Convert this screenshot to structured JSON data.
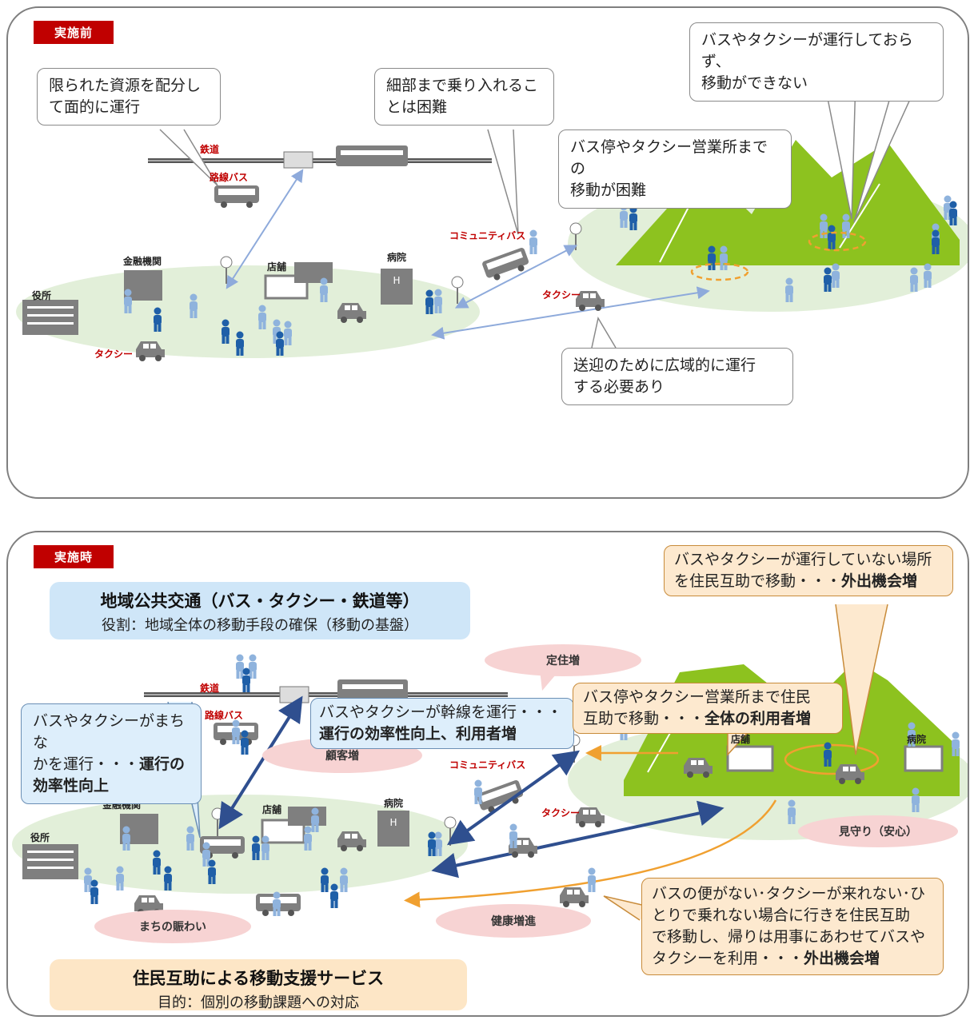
{
  "before": {
    "tag": "実施前",
    "callouts": {
      "limited_line1": "限られた資源を配分し",
      "limited_line2": "て面的に運行",
      "detail_line1": "細部まで乗り入れるこ",
      "detail_line2": "とは困難",
      "nobus_line1": "バスやタクシーが運行しておらず、",
      "nobus_line2": "移動ができない",
      "stop_line1": "バス停やタクシー営業所までの",
      "stop_line2": "移動が困難",
      "wide_line1": "送迎のために広域的に運行",
      "wide_line2": "する必要あり"
    },
    "labels": {
      "railway": "鉄道",
      "route_bus": "路線バス",
      "community_bus": "コミュニティバス",
      "taxi_1": "タクシー",
      "taxi_2": "タクシー",
      "finance": "金融機関",
      "shop": "店舗",
      "hospital": "病院",
      "city_hall": "役所"
    }
  },
  "during": {
    "tag": "実施時",
    "public_transport": {
      "title": "地域公共交通（バス・タクシー・鉄道等）",
      "subtitle": "役割：地域全体の移動手段の確保（移動の基盤）"
    },
    "mutual_aid": {
      "title": "住民互助による移動支援サービス",
      "subtitle": "目的：個別の移動課題への対応"
    },
    "callouts": {
      "town_line1": "バスやタクシーがまちな",
      "town_line2_plain": "かを運行・・・",
      "town_line2_bold": "運行の",
      "town_line3_bold": "効率性向上",
      "trunk_line1": "バスやタクシーが幹線を運行・・・",
      "trunk_line2_bold": "運行の効率性向上、利用者増",
      "noservice_line1": "バスやタクシーが運行していない場所",
      "noservice_line2_plain": "を住民互助で移動・・・",
      "noservice_line2_bold": "外出機会増",
      "tostop_line1": "バス停やタクシー営業所まで住民",
      "tostop_line2_plain": "互助で移動・・・",
      "tostop_line2_bold": "全体の利用者増",
      "return_line1": "バスの便がない･タクシーが来れない･ひ",
      "return_line2": "とりで乗れない場合に行きを住民互助",
      "return_line3": "で移動し、帰りは用事にあわせてバスや",
      "return_line4_plain": "タクシーを利用・・・",
      "return_line4_bold": "外出機会増"
    },
    "effects": {
      "settle": "定住増",
      "customers": "顧客増",
      "health": "健康増進",
      "lively": "まちの賑わい",
      "watch": "見守り（安心）"
    },
    "labels": {
      "railway": "鉄道",
      "route_bus": "路線バス",
      "community_bus": "コミュニティバス",
      "taxi": "タクシー",
      "finance": "金融機関",
      "shop": "店舗",
      "shop_mountain": "店舗",
      "hospital": "病院",
      "hospital_mountain": "病院",
      "city_hall": "役所"
    }
  },
  "colors": {
    "tag_red": "#c00000",
    "ground_green": "#e2efd9",
    "mountain_green": "#8dc21f",
    "person_light": "#8fb3dd",
    "person_dark": "#1f5fa8",
    "building_gray": "#7f7f7f",
    "arrow_blue": "#8eaadb",
    "arrow_navy": "#2f4f8f",
    "arrow_orange": "#f0a030",
    "pink_bubble": "#f7d3d3"
  }
}
